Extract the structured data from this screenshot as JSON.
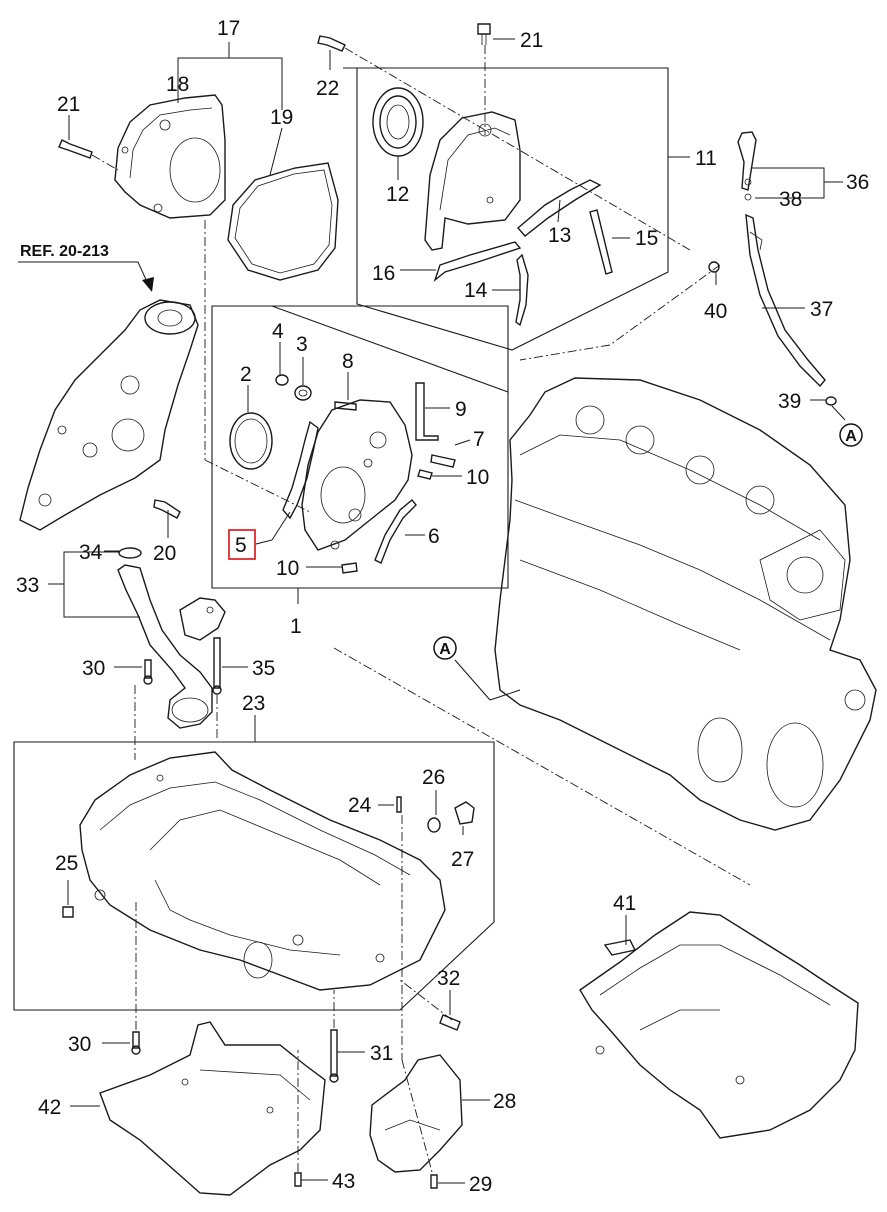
{
  "reference": "REF. 20-213",
  "connector": "A",
  "highlight_color": "#e0282e",
  "labels": {
    "p1": "1",
    "p2": "2",
    "p3": "3",
    "p4": "4",
    "p5": "5",
    "p6": "6",
    "p7": "7",
    "p8": "8",
    "p9": "9",
    "p10a": "10",
    "p10b": "10",
    "p11": "11",
    "p12": "12",
    "p13": "13",
    "p14": "14",
    "p15": "15",
    "p16": "16",
    "p17": "17",
    "p18": "18",
    "p19": "19",
    "p20": "20",
    "p21a": "21",
    "p21b": "21",
    "p22": "22",
    "p23": "23",
    "p24": "24",
    "p25": "25",
    "p26": "26",
    "p27": "27",
    "p28": "28",
    "p29": "29",
    "p30a": "30",
    "p30b": "30",
    "p31": "31",
    "p32": "32",
    "p33": "33",
    "p34": "34",
    "p35": "35",
    "p36": "36",
    "p37": "37",
    "p38": "38",
    "p39": "39",
    "p40": "40",
    "p41": "41",
    "p42": "42",
    "p43": "43"
  }
}
